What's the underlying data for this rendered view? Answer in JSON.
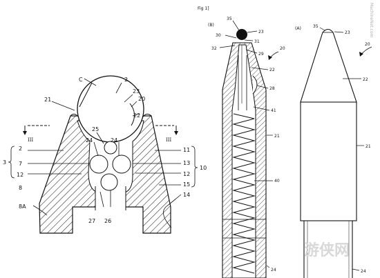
{
  "figure": {
    "fig_title": "Fig 1]",
    "panel_b": "(B)",
    "panel_a": "(A)"
  },
  "labels": {
    "l_C": "C",
    "l_2top": "2",
    "l_21left": "21",
    "l_23left": "23",
    "l_20left": "20",
    "l_22left": "22",
    "l_III_a": "III",
    "l_III_b": "III",
    "l_25": "25",
    "l_24a": "24",
    "l_24b": "24",
    "l_3": "3",
    "l_2mid": "2",
    "l_7": "7",
    "l_12": "12",
    "l_8": "8",
    "l_11": "11",
    "l_13": "13",
    "l_10": "10",
    "l_15": "15",
    "l_14": "14",
    "l_8A": "8A",
    "l_27": "27",
    "l_26": "26",
    "b_35": "35",
    "b_23": "23",
    "b_30": "30",
    "b_31": "31",
    "b_32": "32",
    "b_29": "29",
    "b_20": "20",
    "b_22": "22",
    "b_28": "28",
    "b_41": "41",
    "b_21": "21",
    "b_40": "40",
    "b_24": "24",
    "a_35": "35",
    "a_23": "23",
    "a_20": "20",
    "a_22": "22",
    "a_21": "21",
    "a_24": "24"
  },
  "watermark": {
    "side_text": "MachineNet.com",
    "big_text": "游侠网"
  }
}
